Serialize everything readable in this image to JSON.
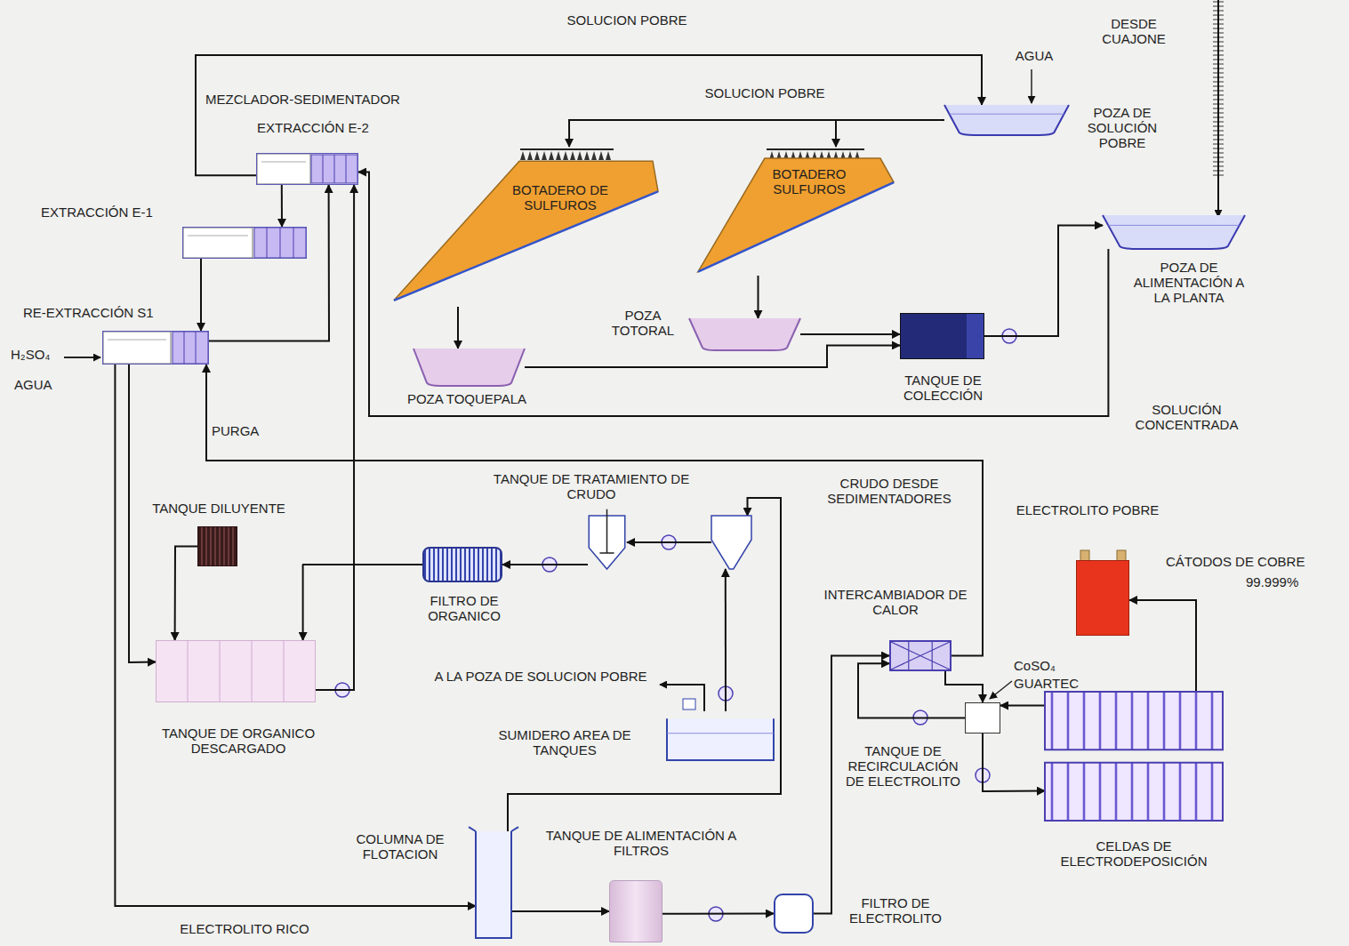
{
  "diagram": {
    "nodes": [
      {
        "text": [
          "MEZCLADOR-SEDIMENTADOR",
          "EXTRACCIÓN E-2"
        ]
      },
      {
        "text": [
          "EXTRACCIÓN E-1"
        ]
      },
      {
        "text": [
          "RE-EXTRACCIÓN S1"
        ]
      },
      {
        "text": [
          "BOTADERO DE SULFUROS"
        ]
      },
      {
        "text": [
          "BOTADERO SULFUROS"
        ]
      },
      {
        "text": [
          "POZA DE SOLUCIÓN POBRE"
        ]
      },
      {
        "text": [
          "POZA DE ALIMENTACIÓN A LA PLANTA"
        ]
      },
      {
        "text": [
          "POZA TOQUEPALA"
        ]
      },
      {
        "text": [
          "POZA TOTORAL"
        ]
      },
      {
        "text": [
          "TANQUE DE COLECCIÓN"
        ]
      },
      {
        "text": [
          "TANQUE DILUYENTE"
        ]
      },
      {
        "text": [
          "TANQUE DE ORGANICO DESCARGADO"
        ]
      },
      {
        "text": [
          "FILTRO DE ORGANICO"
        ]
      },
      {
        "text": [
          "TANQUE DE TRATAMIENTO DE CRUDO"
        ]
      },
      {
        "text": [
          "CRUDO DESDE SEDIMENTADORES"
        ]
      },
      {
        "text": [
          "SUMIDERO AREA DE TANQUES"
        ]
      },
      {
        "text": [
          "INTERCAMBIADOR DE CALOR"
        ]
      },
      {
        "text": [
          "TANQUE DE RECIRCULACIÓN DE ELECTROLITO"
        ]
      },
      {
        "text": [
          "CELDAS DE ELECTRODEPOSICIÓN"
        ]
      },
      {
        "text": [
          "CÁTODOS DE COBRE",
          "99.999%"
        ]
      },
      {
        "text": [
          "COLUMNA DE FLOTACION"
        ]
      },
      {
        "text": [
          "TANQUE DE ALIMENTACIÓN A FILTROS"
        ]
      },
      {
        "text": [
          "FILTRO DE ELECTROLITO"
        ]
      }
    ],
    "edges": [
      {
        "from": 0,
        "to": 5,
        "arrow": "to",
        "label": "SOLUCION POBRE"
      },
      {
        "from": 5,
        "to": 3,
        "arrow": "to",
        "label": "SOLUCION POBRE"
      },
      {
        "from": 5,
        "to": 4,
        "arrow": "to"
      },
      {
        "from": 3,
        "to": 7,
        "arrow": "to"
      },
      {
        "from": 4,
        "to": 8,
        "arrow": "to"
      },
      {
        "from": 7,
        "to": 9,
        "arrow": "to"
      },
      {
        "from": 8,
        "to": 9,
        "arrow": "to"
      },
      {
        "from": 9,
        "to": 6,
        "arrow": "to"
      },
      {
        "from": 6,
        "to": 0,
        "arrow": "to",
        "label": "SOLUCIÓN CONCENTRADA"
      },
      {
        "from": 0,
        "to": 1,
        "arrow": "to"
      },
      {
        "from": 1,
        "to": 2,
        "arrow": "to"
      },
      {
        "from": 2,
        "to": 0,
        "arrow": "to"
      },
      {
        "from": 16,
        "to": 2,
        "arrow": "to",
        "label": "ELECTROLITO POBRE"
      },
      {
        "from": 2,
        "to": 20,
        "arrow": "to",
        "label": "ELECTROLITO RICO"
      },
      {
        "from": 2,
        "to": 11,
        "arrow": "to"
      },
      {
        "from": 20,
        "to": 21,
        "arrow": "to"
      },
      {
        "from": 21,
        "to": 22,
        "arrow": "to"
      },
      {
        "from": 22,
        "to": 16,
        "arrow": "to"
      },
      {
        "from": 16,
        "to": 17,
        "arrow": "to"
      },
      {
        "from": 17,
        "to": 18,
        "arrow": "to"
      },
      {
        "from": 18,
        "to": 17,
        "arrow": "to"
      },
      {
        "from": 18,
        "to": 19,
        "arrow": "to"
      },
      {
        "from": 17,
        "to": 16,
        "arrow": "to"
      },
      {
        "from": 10,
        "to": 11,
        "arrow": "to"
      },
      {
        "from": 11,
        "to": 0,
        "arrow": "to"
      },
      {
        "from": 12,
        "to": 11,
        "arrow": "to"
      },
      {
        "from": 13,
        "to": 12,
        "arrow": "to"
      },
      {
        "from": 14,
        "to": 13,
        "arrow": "to"
      },
      {
        "from": 15,
        "to": 14,
        "arrow": "to"
      },
      {
        "from": 20,
        "to": 14,
        "arrow": "to"
      }
    ],
    "labels": [
      "AGUA",
      "DESDE CUAJONE",
      "H₂SO₄",
      "AGUA",
      "PURGA",
      "A LA POZA DE SOLUCION POBRE",
      "CoSO₄",
      "GUARTEC"
    ]
  }
}
